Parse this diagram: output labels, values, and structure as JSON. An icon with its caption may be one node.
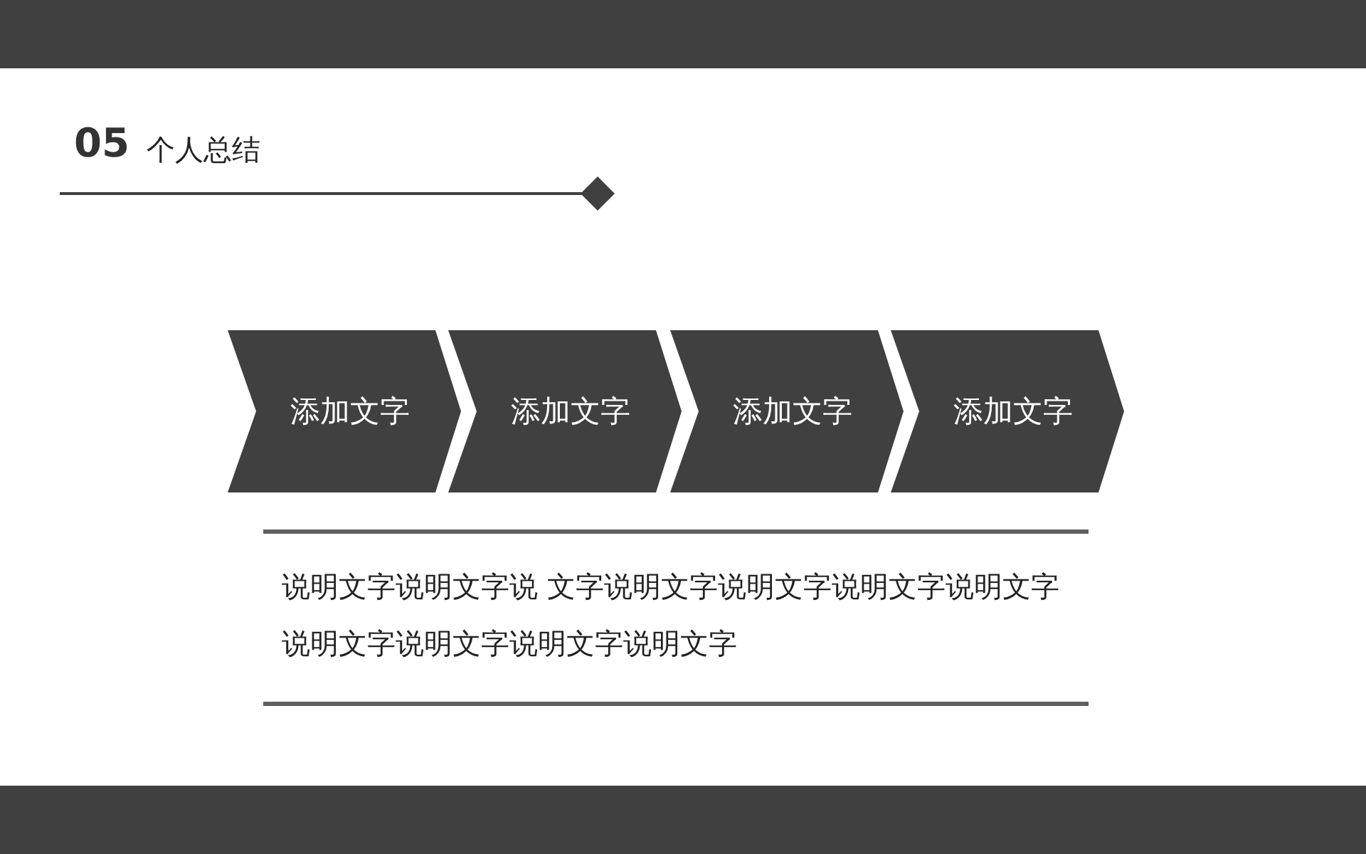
{
  "diagram": {
    "title": "个人总结",
    "nodes": [
      {
        "text": [
          "添加文字"
        ]
      },
      {
        "text": [
          "添加文字"
        ]
      },
      {
        "text": [
          "添加文字"
        ]
      },
      {
        "text": [
          "添加文字"
        ]
      }
    ],
    "labels": [
      "05",
      "说明文字说明文字说 文字说明文字说明文字说明文字说明文字说明文字说明文字说明文字说明文字"
    ]
  }
}
